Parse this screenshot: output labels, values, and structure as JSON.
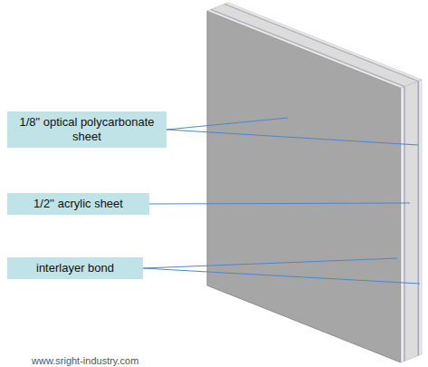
{
  "diagram": {
    "nodes": [
      {
        "text": [
          "1/8\" optical polycarbonate sheet"
        ]
      },
      {
        "text": [
          "1/2'' acrylic sheet"
        ]
      },
      {
        "text": [
          "interlayer bond"
        ]
      }
    ],
    "labels": [
      "www.sright-industry.com"
    ]
  }
}
